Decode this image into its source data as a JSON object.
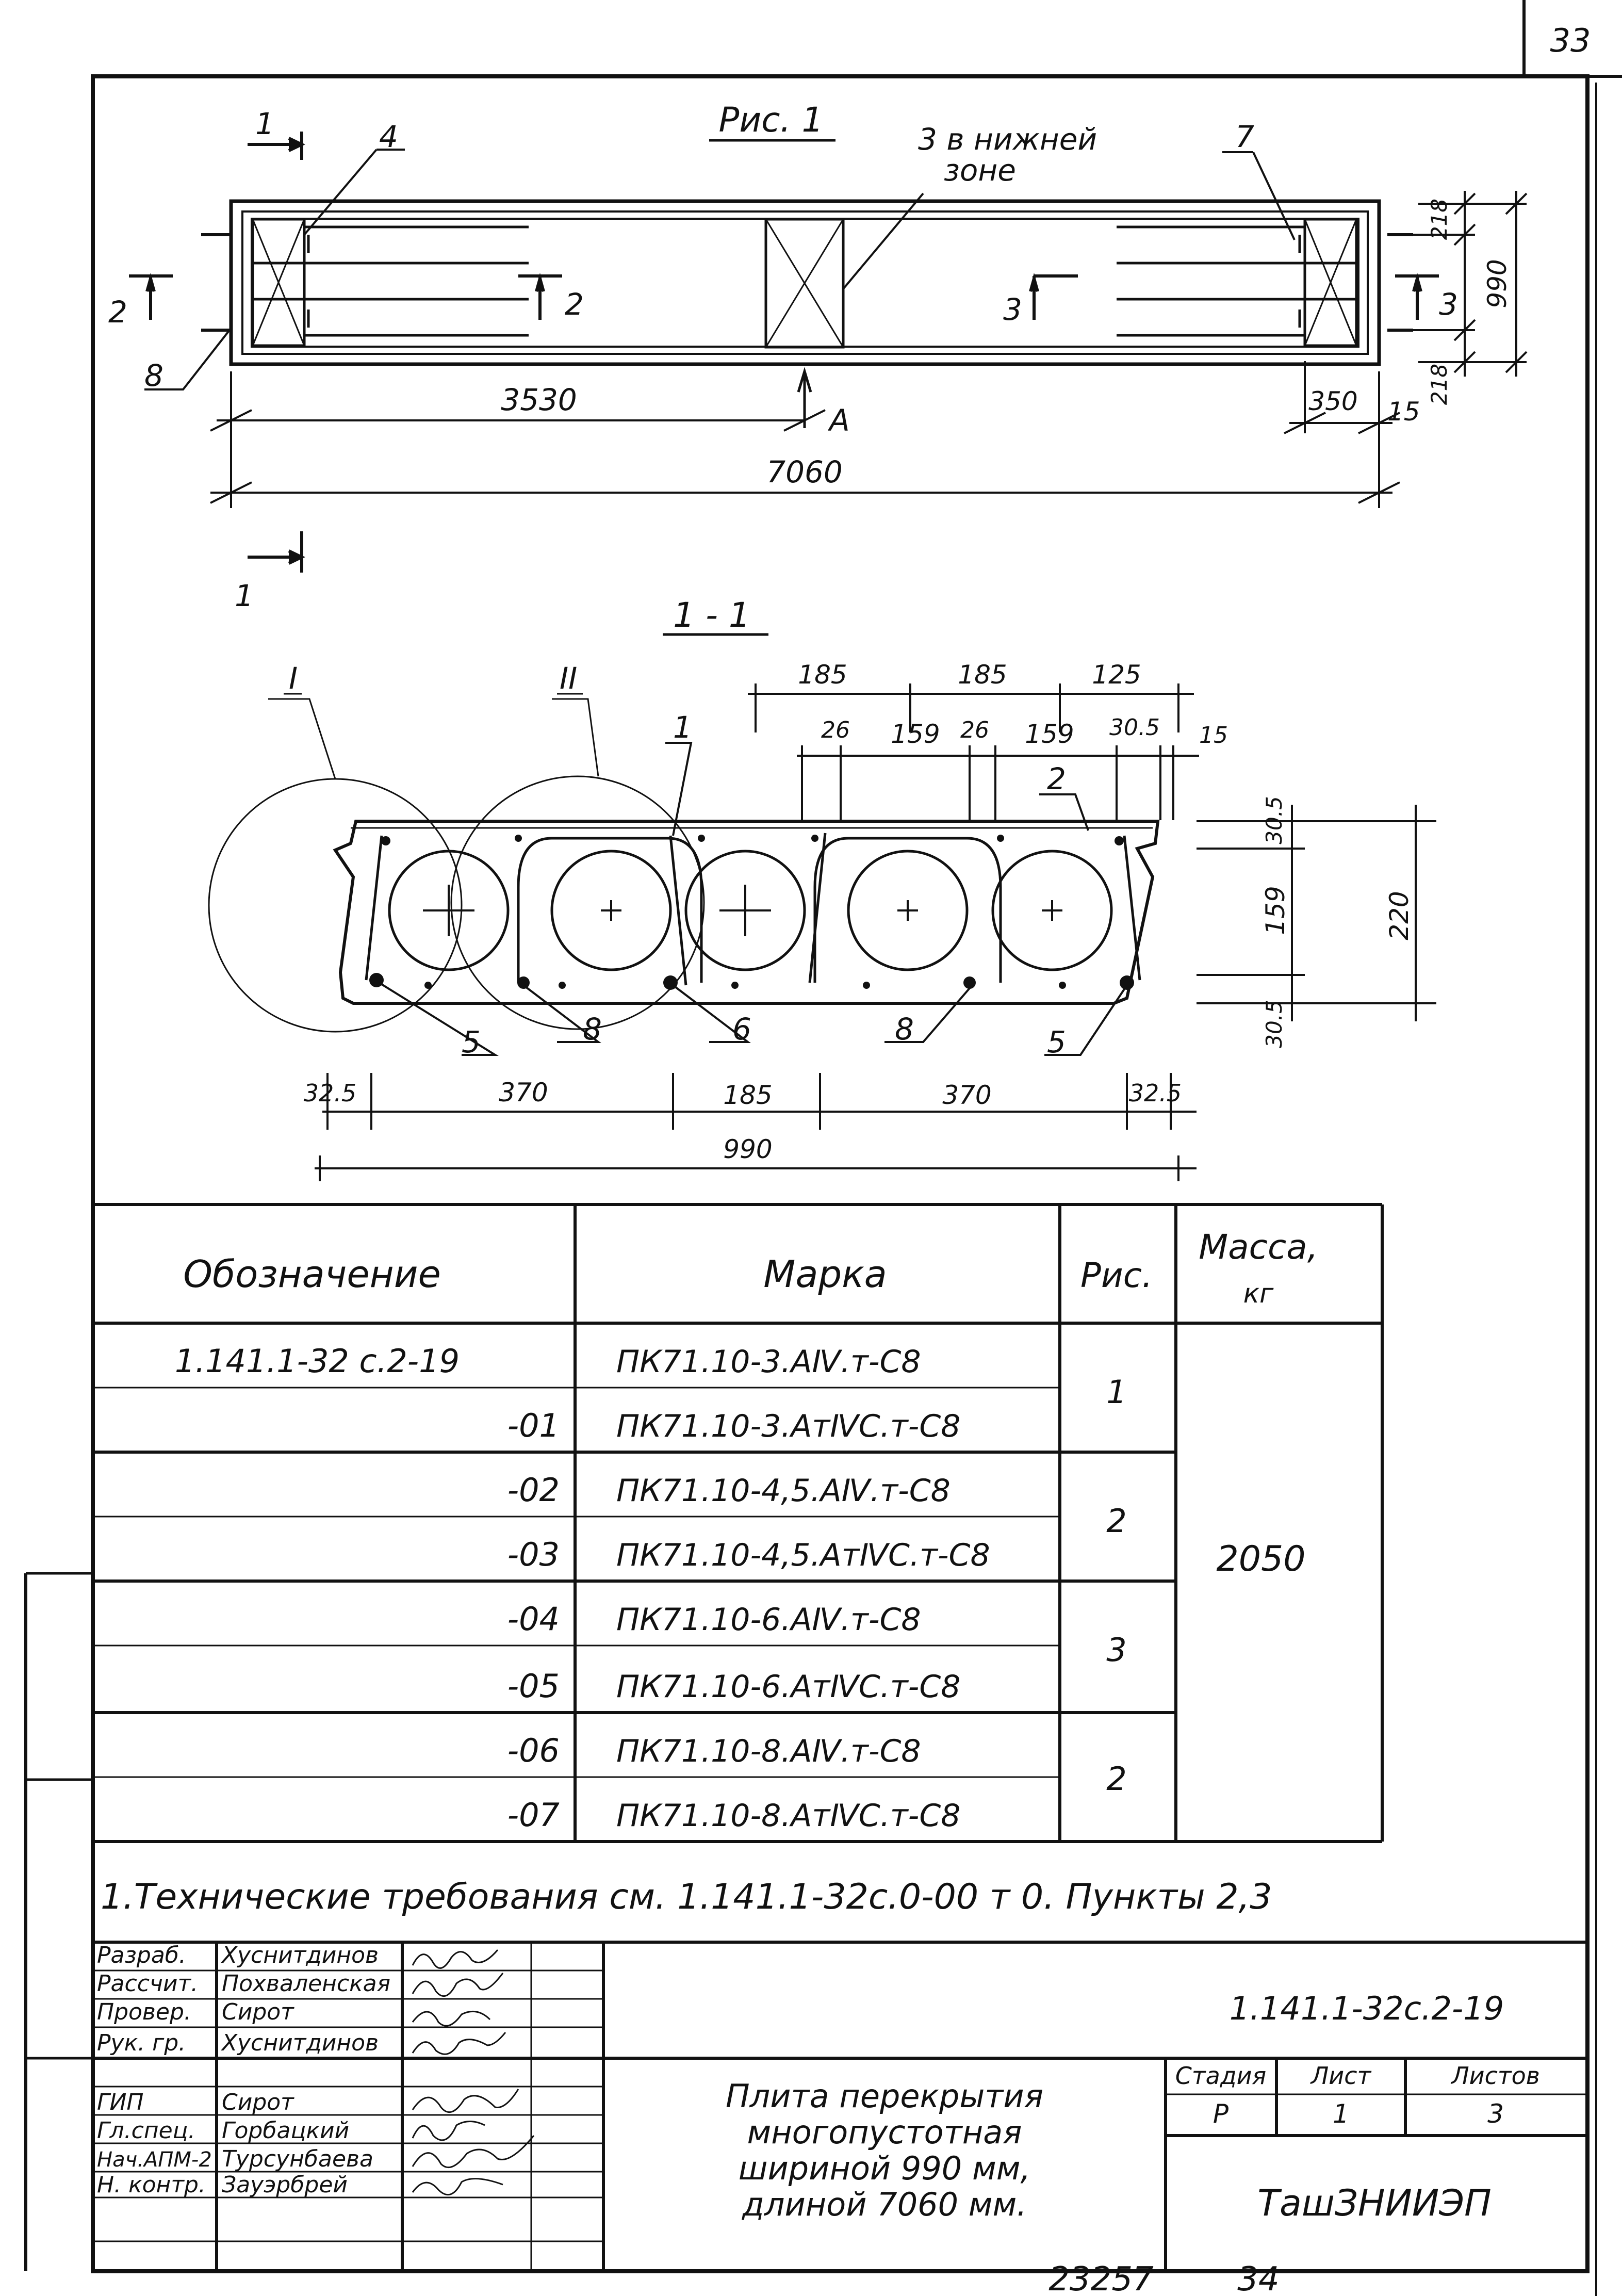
{
  "sheet": {
    "page_number": "33"
  },
  "fig1": {
    "title": "Рис. 1",
    "section_mark_1": "1",
    "section_mark_2": "2",
    "section_mark_3": "3",
    "leader_3_line1": "3 в нижней",
    "leader_3_line2": "зоне",
    "leader_4": "4",
    "leader_7": "7",
    "leader_8": "8",
    "view_a": "A",
    "dim_3530": "3530",
    "dim_7060": "7060",
    "dim_350": "350",
    "dim_15": "15",
    "dim_218_top": "218",
    "dim_218_bottom": "218",
    "dim_990": "990"
  },
  "section11": {
    "title": "1 - 1",
    "node_I": "I",
    "node_II": "II",
    "leader_1": "1",
    "leader_2": "2",
    "leader_5a": "5",
    "leader_5b": "5",
    "leader_6": "6",
    "leader_8a": "8",
    "leader_8b": "8",
    "top_185a": "185",
    "top_185b": "185",
    "top_125": "125",
    "top_26a": "26",
    "top_159a": "159",
    "top_26b": "26",
    "top_159b": "159",
    "top_30_5": "30.5",
    "top_15": "15",
    "right_30_5a": "30.5",
    "right_159": "159",
    "right_30_5b": "30.5",
    "right_220": "220",
    "bot_32_5a": "32.5",
    "bot_370a": "370",
    "bot_185": "185",
    "bot_370b": "370",
    "bot_32_5b": "32.5",
    "bot_990": "990"
  },
  "table": {
    "headers": [
      "Обозначение",
      "Марка",
      "Рис.",
      "Масса,",
      "кг"
    ],
    "rows": [
      {
        "designation": "1.141.1-32 с.2-19",
        "mark": "ПК71.10-3.АⅣ.т-С8"
      },
      {
        "designation": "-01",
        "mark": "ПК71.10-3.АтⅣС.т-С8"
      },
      {
        "designation": "-02",
        "mark": "ПК71.10-4,5.АⅣ.т-С8"
      },
      {
        "designation": "-03",
        "mark": "ПК71.10-4,5.АтⅣС.т-С8"
      },
      {
        "designation": "-04",
        "mark": "ПК71.10-6.АⅣ.т-С8"
      },
      {
        "designation": "-05",
        "mark": "ПК71.10-6.АтⅣС.т-С8"
      },
      {
        "designation": "-06",
        "mark": "ПК71.10-8.АⅣ.т-С8"
      },
      {
        "designation": "-07",
        "mark": "ПК71.10-8.АтⅣС.т-С8"
      }
    ],
    "fig_groups": [
      "1",
      "2",
      "3",
      "2"
    ],
    "mass": "2050"
  },
  "note": "1.Технические требования см. 1.141.1-32с.0-00 т 0. Пункты 2,3",
  "title_block": {
    "roles": [
      "Разраб.",
      "Рассчит.",
      "Провер.",
      "Рук. гр.",
      "ГИП",
      "Гл.спец.",
      "Нач.АПМ-2",
      "Н. контр."
    ],
    "names": [
      "Хуснитдинов",
      "Похваленская",
      "Сирот",
      "Хуснитдинов",
      "Сирот",
      "Горбацкий",
      "Турсунбаева",
      "Зауэрбрей"
    ],
    "doc_code": "1.141.1-32с.2-19",
    "title_line1": "Плита перекрытия",
    "title_line2": "многопустотная",
    "title_line3": "шириной 990 мм,",
    "title_line4": "длиной 7060 мм.",
    "stage_label": "Стадия",
    "sheet_label": "Лист",
    "sheets_label": "Листов",
    "stage": "Р",
    "sheet": "1",
    "sheets": "3",
    "org": "ТашЗНИИЭП"
  },
  "footer": {
    "number": "23257",
    "sheet_no": "34"
  }
}
